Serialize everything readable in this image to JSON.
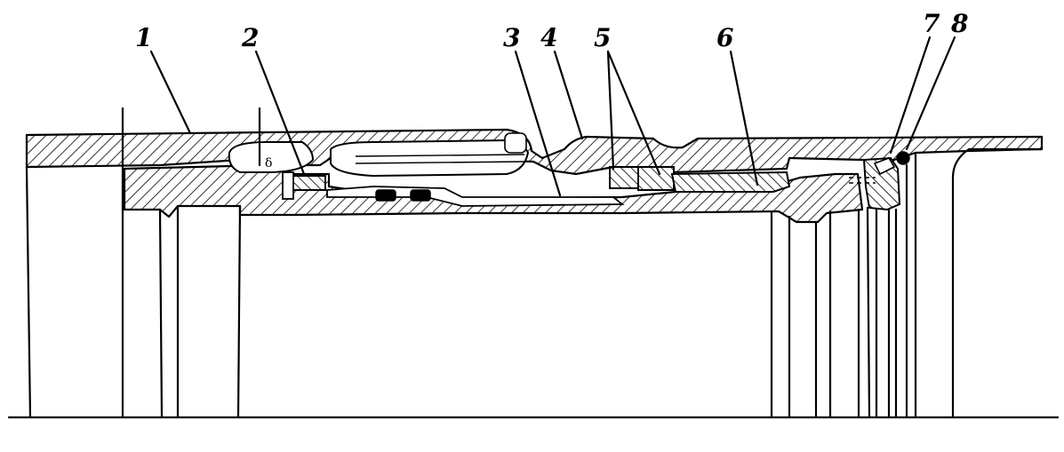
{
  "labels": {
    "l1": "1",
    "l2": "2",
    "l3": "3",
    "l4": "4",
    "l5": "5",
    "l6": "6",
    "l7": "7",
    "l8": "8",
    "delta": "δ"
  }
}
